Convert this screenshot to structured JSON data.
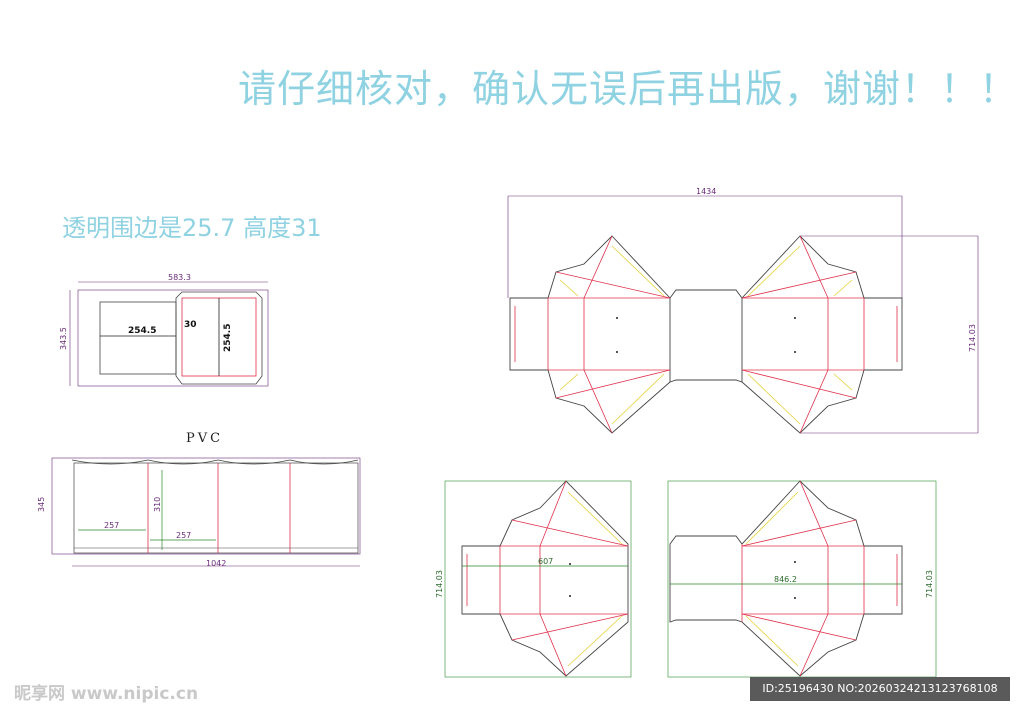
{
  "notes": {
    "top_note": "请仔细核对，确认无误后再出版，谢谢！！！",
    "spec_note": "透明围边是25.7  高度31",
    "pvc_label": "PVC"
  },
  "dimensions": {
    "small_box_width": "583.3",
    "small_box_height": "343.5",
    "small_box_inner_w": "254.5",
    "small_box_inner_h": "254.5",
    "small_box_flap": "30",
    "pvc_height": "345",
    "pvc_inner_height": "310",
    "pvc_width_a": "257",
    "pvc_width_b": "257",
    "pvc_total": "1042",
    "bow_total_width": "1434",
    "bow_height": "714.03",
    "left_half_height": "714.03",
    "left_half_width": "607",
    "right_half_height": "714.03",
    "right_half_width": "846.2"
  },
  "footer": {
    "watermark": "昵享网 www.nipic.cn",
    "id_text": "ID:25196430 NO:20260324213123768108"
  },
  "colors": {
    "note_blue": "#8fd2e2",
    "cut_line": "#444444",
    "crease_red": "#e0304a",
    "glue_yellow": "#e6d23a",
    "dim_purple": "#6a2b7a",
    "dim_green": "#2a8a2a"
  }
}
